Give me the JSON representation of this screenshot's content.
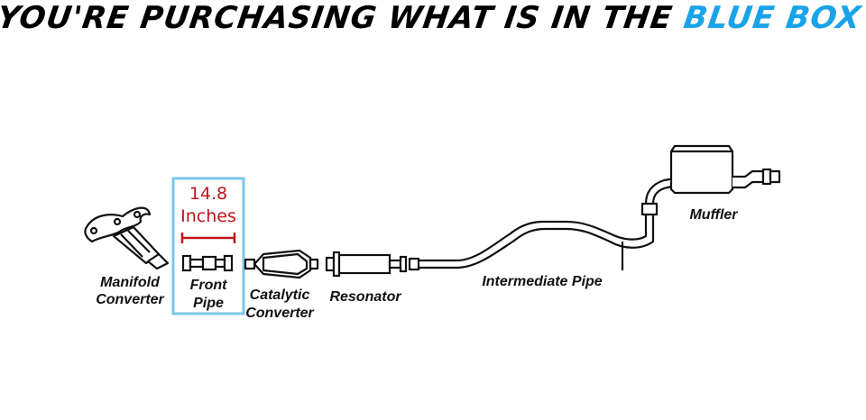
{
  "header": {
    "text": "YOU'RE PURCHASING WHAT IS IN THE ",
    "highlight": "BLUE BOX",
    "highlight_color": "#1aa3e8"
  },
  "selection_box": {
    "color": "#78c8e8",
    "dimension_value": "14.8",
    "dimension_unit": "Inches",
    "dimension_color": "#c0151b"
  },
  "labels": {
    "manifold_converter": [
      "Manifold",
      "Converter"
    ],
    "front_pipe": [
      "Front",
      "Pipe"
    ],
    "catalytic_converter": [
      "Catalytic",
      "Converter"
    ],
    "resonator": "Resonator",
    "intermediate_pipe": "Intermediate Pipe",
    "muffler": "Muffler"
  }
}
